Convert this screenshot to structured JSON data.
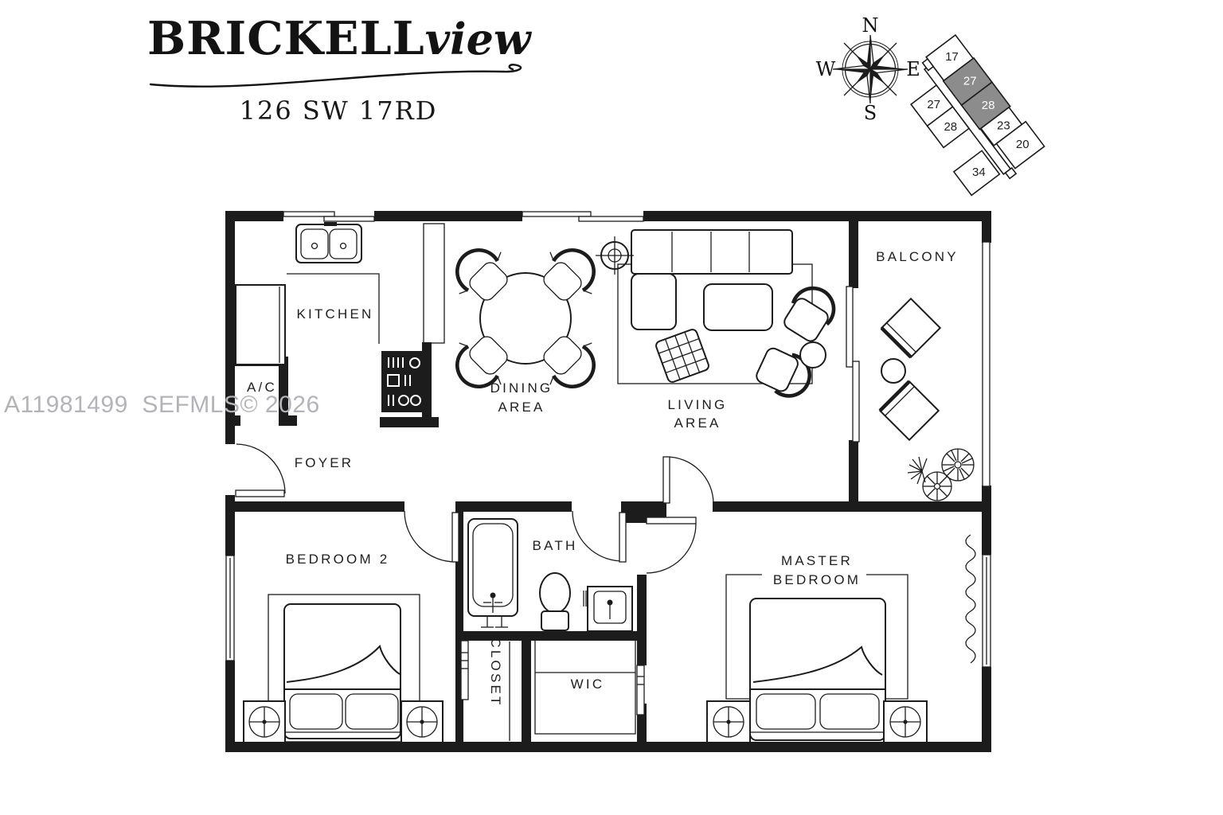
{
  "branding": {
    "name_primary": "BRICKELL",
    "name_script": "view",
    "address": "126 SW 17RD"
  },
  "watermark": {
    "text": "A11981499  SEFMLS© 2026"
  },
  "compass": {
    "n": "N",
    "e": "E",
    "s": "S",
    "w": "W"
  },
  "keyplan": {
    "units": [
      {
        "label": "17",
        "highlighted": false
      },
      {
        "label": "27",
        "highlighted": true
      },
      {
        "label": "28",
        "highlighted": true
      },
      {
        "label": "23",
        "highlighted": false
      },
      {
        "label": "20",
        "highlighted": false
      },
      {
        "label": "34",
        "highlighted": false
      },
      {
        "label": "27",
        "highlighted": false
      },
      {
        "label": "28",
        "highlighted": false
      }
    ]
  },
  "rooms": {
    "kitchen": "KITCHEN",
    "ac": "A/C",
    "foyer": "FOYER",
    "dining1": "DINING",
    "dining2": "AREA",
    "living1": "LIVING",
    "living2": "AREA",
    "balcony": "BALCONY",
    "bedroom2": "BEDROOM 2",
    "bath": "BATH",
    "closet": "CLOSET",
    "wic": "WIC",
    "master1": "MASTER",
    "master2": "BEDROOM"
  },
  "colors": {
    "ink": "#1c1c1c",
    "background": "#ffffff",
    "watermark": "#b4b4b8",
    "keyplan_highlight": "#8c8c8c"
  }
}
